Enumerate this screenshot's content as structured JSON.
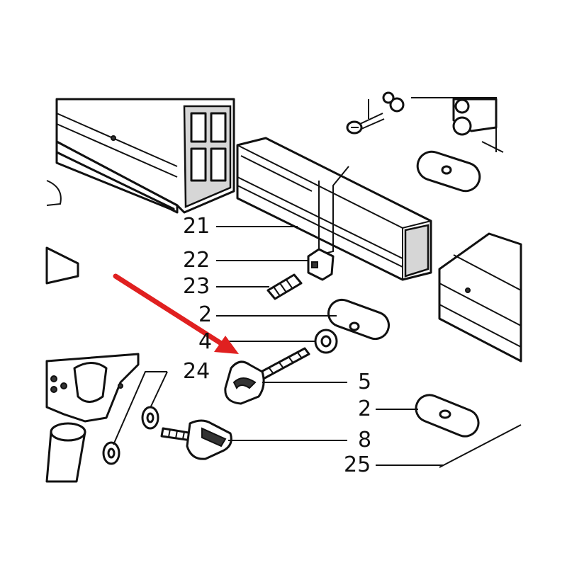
{
  "diagram": {
    "callouts": [
      {
        "id": "21",
        "label": "21"
      },
      {
        "id": "22",
        "label": "22"
      },
      {
        "id": "23",
        "label": "23"
      },
      {
        "id": "2a",
        "label": "2"
      },
      {
        "id": "4",
        "label": "4"
      },
      {
        "id": "24",
        "label": "24"
      },
      {
        "id": "5",
        "label": "5"
      },
      {
        "id": "2b",
        "label": "2"
      },
      {
        "id": "8",
        "label": "8"
      },
      {
        "id": "25",
        "label": "25"
      }
    ],
    "highlight_arrow": {
      "color": "#e02020",
      "points_to": "5"
    },
    "line_color": "#111111"
  }
}
